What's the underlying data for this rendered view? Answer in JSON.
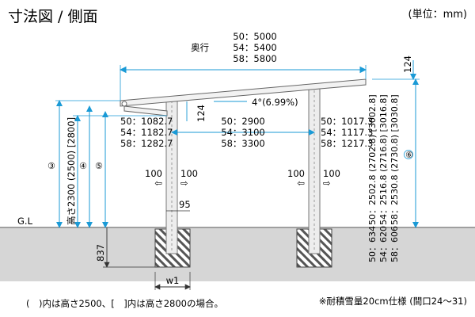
{
  "title": "寸法図 / 側面",
  "unit": "(単位：mm)",
  "depth": {
    "label": "奥行",
    "values": [
      "50：5000",
      "54：5400",
      "58：5800"
    ]
  },
  "roof_rise": "124",
  "beam_depth": "124",
  "slope": "4°(6.99%)",
  "span": [
    "50：2900",
    "54：3100",
    "58：3300"
  ],
  "front_heights": [
    "50：1082.7",
    "54：1182.7",
    "58：1282.7"
  ],
  "rear_heights": [
    "50：1017.3",
    "54：1117.3",
    "58：1217.3"
  ],
  "rear_full_heights": [
    "50：2502.8 (2702.8) [3002.8]",
    "54：2516.8 (2716.8) [3016.8]",
    "58：2530.8 (2730.8) [3030.8]"
  ],
  "embed_depths": [
    "50：634",
    "54：620",
    "58：606"
  ],
  "clear_height": "高さ2300 (2500) [2800]",
  "circled": [
    "③",
    "④",
    "⑤",
    "⑥"
  ],
  "post_offset": {
    "left": "100",
    "right": "100"
  },
  "post_width": "95",
  "ground_label": "G.L",
  "footing_depth": "837",
  "footing_width": "w1",
  "footnote_left": "(　)内は高さ2500、[　]内は高さ2800の場合。",
  "footnote_right": "※耐積雪量20cm仕様 (間口24〜31)"
}
